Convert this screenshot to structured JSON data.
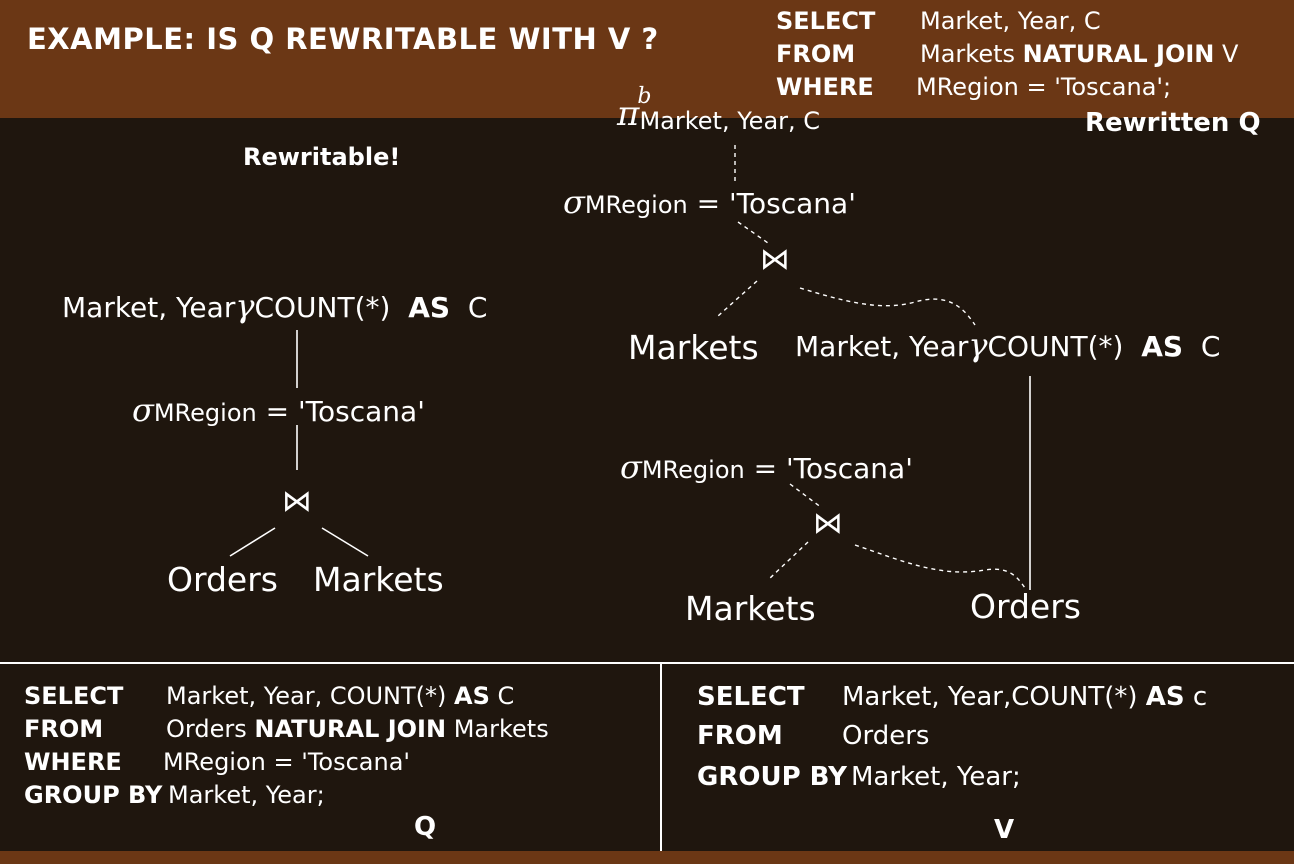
{
  "slide": {
    "title": "EXAMPLE: IS Q REWRITABLE WITH V ?",
    "rewritable_label": "Rewritable!",
    "rewritten_label": "Rewritten Q"
  },
  "rewritten_sql": {
    "select_kw": "SELECT",
    "select_cols": "Market, Year, C",
    "from_kw": "FROM",
    "from_rel1": "Markets",
    "from_join_kw": "NATURAL JOIN",
    "from_rel2": "V",
    "where_kw": "WHERE",
    "where_cond": "MRegion = 'Toscana';"
  },
  "left_tree": {
    "gamma_prefix": "Market, Year",
    "gamma_symbol": "γ",
    "gamma_agg": "COUNT(*)",
    "gamma_as": "AS",
    "gamma_alias": "C",
    "sigma_symbol": "σ",
    "sigma_sub": "MRegion",
    "sigma_cond": "= 'Toscana'",
    "join_symbol": "⋈",
    "leaf_left": "Orders",
    "leaf_right": "Markets"
  },
  "right_tree": {
    "pi_symbol": "π",
    "pi_sup": "b",
    "pi_sub": "Market, Year, C",
    "sigma_symbol": "σ",
    "sigma_sub": "MRegion",
    "sigma_cond": "= 'Toscana'",
    "join_symbol": "⋈",
    "leaf_markets": "Markets",
    "gamma_prefix": "Market, Year",
    "gamma_symbol": "γ",
    "gamma_agg": "COUNT(*)",
    "gamma_as": "AS",
    "gamma_alias": "C",
    "inner_sigma_symbol": "σ",
    "inner_sigma_sub": "MRegion",
    "inner_sigma_cond": "= 'Toscana'",
    "inner_join_symbol": "⋈",
    "inner_leaf_markets": "Markets",
    "leaf_orders": "Orders"
  },
  "query_q": {
    "select_kw": "SELECT",
    "select_cols": "Market, Year, COUNT(*)",
    "select_as": "AS",
    "select_alias": "C",
    "from_kw": "FROM",
    "from_rel1": "Orders",
    "from_join_kw": "NATURAL JOIN",
    "from_rel2": "Markets",
    "where_kw": "WHERE",
    "where_cond": "MRegion = 'Toscana'",
    "group_kw": "GROUP BY",
    "group_cols": "Market, Year;",
    "label": "Q"
  },
  "view_v": {
    "select_kw": "SELECT",
    "select_cols": "Market, Year,COUNT(*)",
    "select_as": "AS",
    "select_alias": "c",
    "from_kw": "FROM",
    "from_rel": "Orders",
    "group_kw": "GROUP BY",
    "group_cols": "Market, Year;",
    "label": "V"
  }
}
